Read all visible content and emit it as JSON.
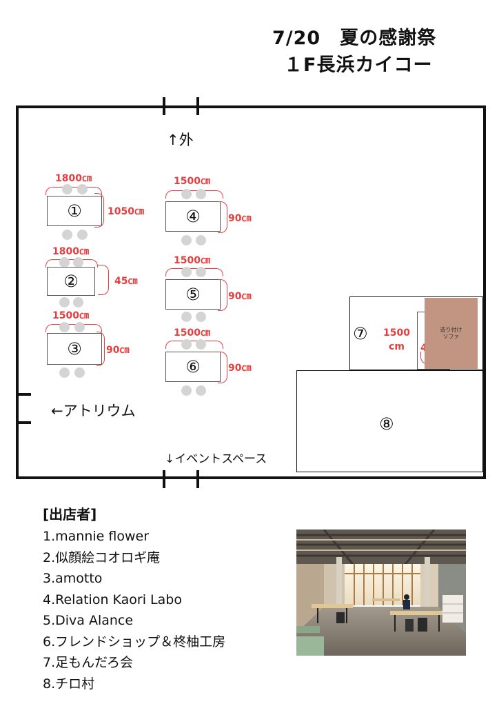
{
  "header": {
    "line1": "7/20　夏の感謝祭",
    "line2": "１F長浜カイコー"
  },
  "floor": {
    "top_label": "↑外",
    "left_label": "←アトリウム",
    "bottom_label": "↓イベントスペース"
  },
  "tables": [
    {
      "num": "①",
      "width_label": "1800㎝",
      "side_label": "1050㎝"
    },
    {
      "num": "②",
      "width_label": "1800㎝",
      "side_label": "45㎝"
    },
    {
      "num": "③",
      "width_label": "1500㎝",
      "side_label": "90㎝"
    },
    {
      "num": "④",
      "width_label": "1500㎝",
      "side_label": "90㎝"
    },
    {
      "num": "⑤",
      "width_label": "1500㎝",
      "side_label": "90㎝"
    },
    {
      "num": "⑥",
      "width_label": "1500㎝",
      "side_label": "90㎝"
    }
  ],
  "area7": {
    "num": "⑦",
    "dim_top": "1500",
    "dim_bottom": "cm",
    "dim_width": "45cm",
    "sofa_line1": "造り付け",
    "sofa_line2": "ソファ"
  },
  "area8": {
    "num": "⑧"
  },
  "exhibitors": {
    "heading": "[出店者]",
    "items": [
      "1.mannie flower",
      "2.似顔絵コオロギ庵",
      "3.amotto",
      "4.Relation Kaori Labo",
      "5.Diva Alance",
      "6.フレンドショップ＆柊柚工房",
      "7.足もんだろ会",
      "8.チロ村"
    ]
  },
  "colors": {
    "dimension": "#e2403f",
    "sofa": "#c29582",
    "chair": "#d4d4d4"
  }
}
